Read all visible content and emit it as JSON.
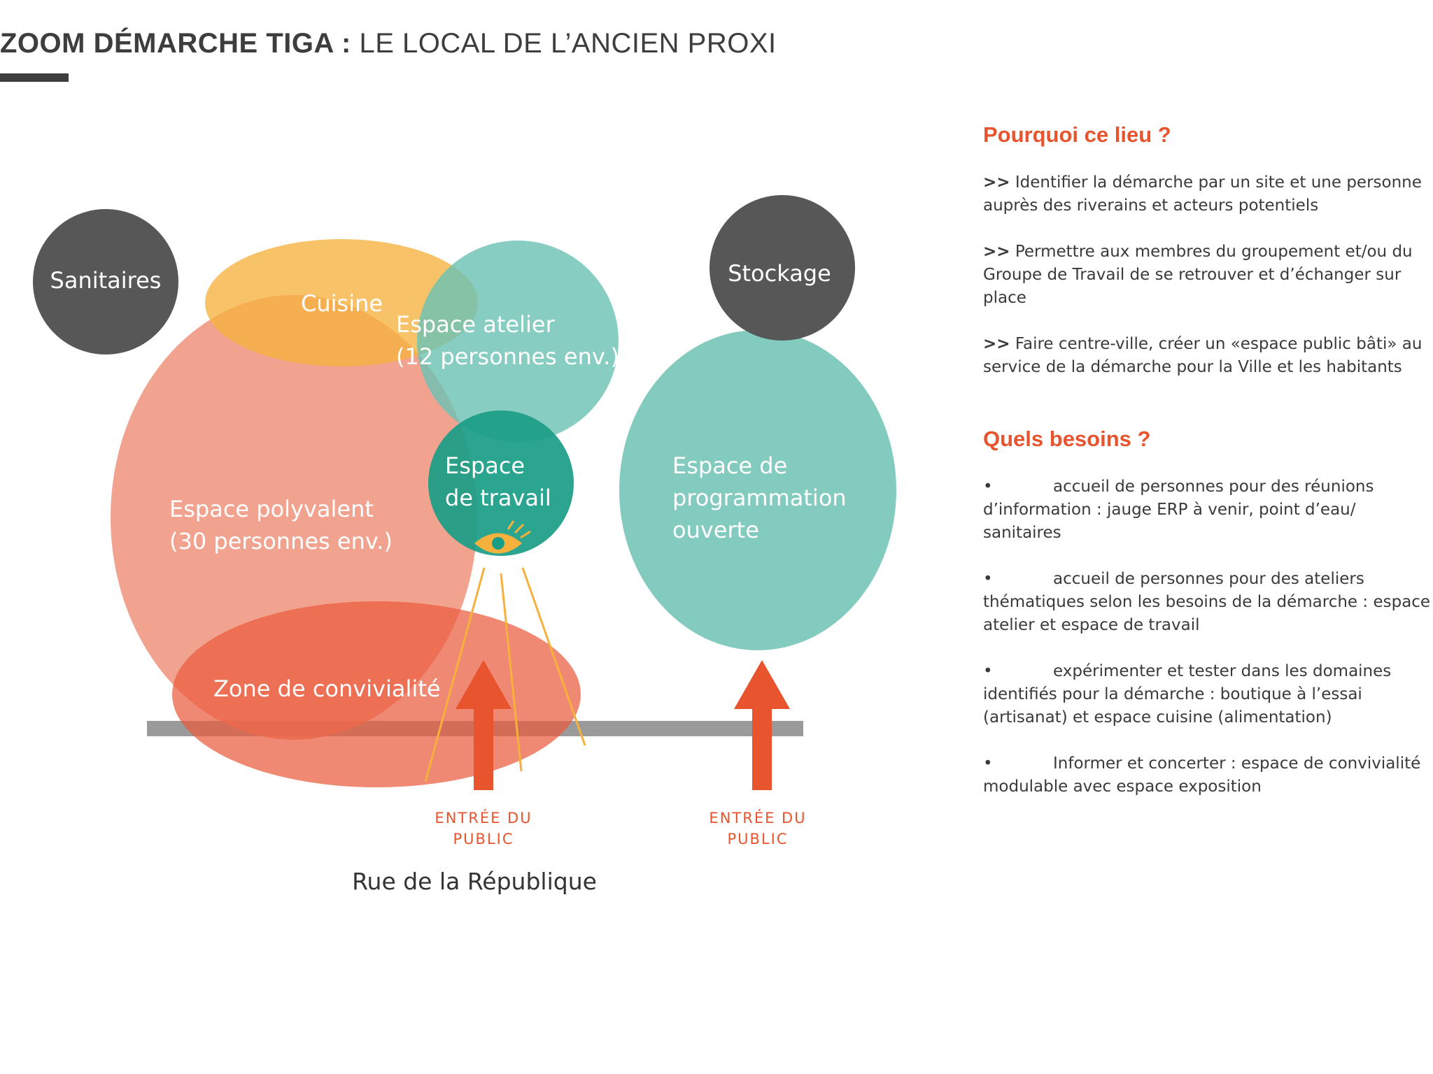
{
  "header": {
    "title_bold": "ZOOM DÉMARCHE TIGA :",
    "title_regular": "LE LOCAL DE L’ANCIEN PROXI"
  },
  "diagram": {
    "zones": {
      "sanitaires": "Sanitaires",
      "stockage": "Stockage",
      "cuisine": "Cuisine",
      "espace_atelier": [
        "Espace atelier",
        "(12 personnes env.)"
      ],
      "espace_travail": [
        "Espace",
        "de travail"
      ],
      "espace_polyvalent": [
        "Espace polyvalent",
        "(30 personnes env.)"
      ],
      "espace_programmation": [
        "Espace de",
        "programmation",
        "ouverte"
      ],
      "zone_convivialite": "Zone de convivialité"
    },
    "entrances": [
      [
        "ENTRÉE DU",
        "PUBLIC"
      ],
      [
        "ENTRÉE DU",
        "PUBLIC"
      ]
    ],
    "street": "Rue de la République",
    "colors": {
      "dark": "#575757",
      "salmon": "#ef8c74",
      "coral": "#ea5c3d",
      "yellow": "#f6b13d",
      "teal_light": "#6cc2b3",
      "teal_dark": "#1a9d87",
      "arrow": "#e8542e",
      "street": "#9a9a9a"
    }
  },
  "panel": {
    "why_title": "Pourquoi ce lieu ?",
    "reasons": [
      {
        "marker": ">>",
        "text": "Identifier la démarche par un site et une personne auprès des riverains et acteurs potentiels"
      },
      {
        "marker": ">>",
        "text": "Permettre aux membres du groupement et/ou du Groupe de Travail de se retrouver et d’échanger sur place"
      },
      {
        "marker": ">>",
        "text": "Faire centre-ville, créer un «espace public bâti» au service de la démarche pour la Ville et les habitants"
      }
    ],
    "needs_title": "Quels besoins ?",
    "needs": [
      {
        "marker": "•",
        "text": "accueil de personnes pour des réunions d’information : jauge ERP à venir, point d’eau/ sanitaires"
      },
      {
        "marker": "•",
        "text": "accueil de personnes pour des ateliers thématiques selon les besoins de la démarche : espace atelier et espace de travail"
      },
      {
        "marker": "•",
        "text": "expérimenter et tester dans les domaines identifiés pour la démarche : boutique à l’essai (artisanat) et espace cuisine (alimentation)"
      },
      {
        "marker": "•",
        "text": "Informer et concerter : espace de convivialité modulable avec espace exposition"
      }
    ]
  }
}
